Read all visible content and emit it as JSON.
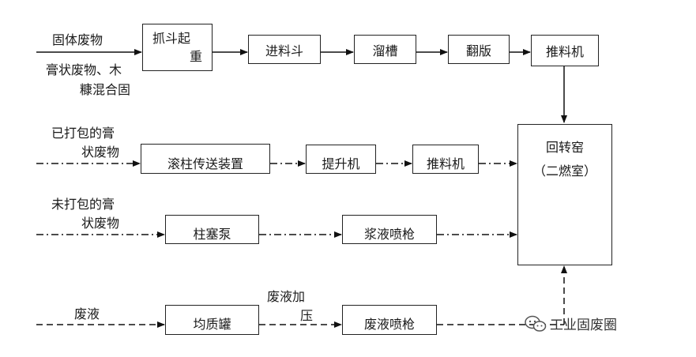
{
  "labels": {
    "solid_waste": "固体废物",
    "paste_wood_1": "膏状废物、木",
    "paste_wood_2": "糠混合固",
    "packed_1": "已打包的膏",
    "packed_2": "状废物",
    "unpacked_1": "未打包的膏",
    "unpacked_2": "状废物",
    "waste_liquid": "废液",
    "pressurize_1": "废液加",
    "pressurize_2": "压"
  },
  "boxes": {
    "grab_1": "抓斗起",
    "grab_2": "重",
    "feed_hopper": "进料斗",
    "chute": "溜槽",
    "flip_plate": "翻版",
    "pusher_top": "推料机",
    "roller_conveyor": "滚柱传送装置",
    "elevator": "提升机",
    "pusher_mid": "推料机",
    "plunger_pump": "柱塞泵",
    "slurry_gun": "浆液喷枪",
    "homogenizer": "均质罐",
    "waste_gun": "废液喷枪",
    "kiln_1": "回转窑",
    "kiln_2": "（二燃室）"
  },
  "watermark": {
    "icon": "wechat-icon",
    "text": "工业固废圈"
  }
}
